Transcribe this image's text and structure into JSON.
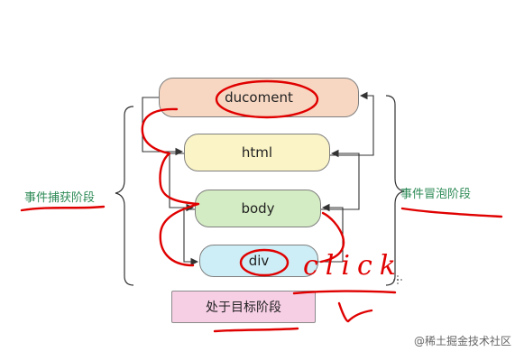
{
  "nodes": {
    "document": "ducoment",
    "html": "html",
    "body": "body",
    "div": "div",
    "target": "处于目标阶段"
  },
  "labels": {
    "capture_phase": "事件捕获阶段",
    "bubble_phase": "事件冒泡阶段"
  },
  "annotations": {
    "handwritten_text": "click"
  },
  "watermark": "@稀土掘金技术社区",
  "colors": {
    "document_fill": "#f7d7c2",
    "html_fill": "#fbf4c6",
    "body_fill": "#d4ecc3",
    "div_fill": "#cdeef6",
    "target_fill": "#f7cfe5",
    "phase_label": "#2e8b57",
    "annotation_red": "#e00000"
  }
}
